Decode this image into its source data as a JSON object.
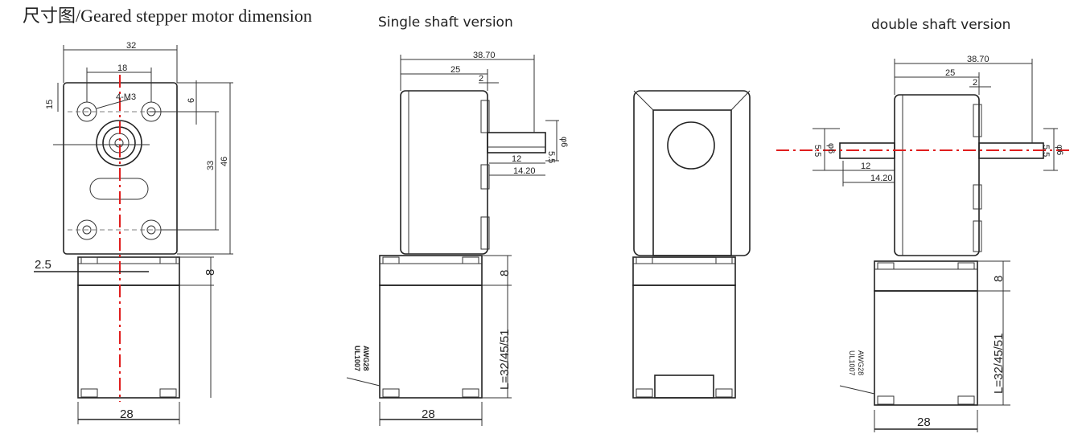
{
  "heading": "尺寸图/Geared stepper motor dimension",
  "views": {
    "single_title": "Single shaft version",
    "double_title": "double shaft version"
  },
  "dims": {
    "w32": "32",
    "w18": "18",
    "h15": "15",
    "h6": "6",
    "m3": "4-M3",
    "h33": "33",
    "h46": "46",
    "d25": "2.5",
    "h8": "8",
    "w28": "28",
    "l3870": "38.70",
    "l25": "25",
    "l2": "2",
    "s55": "5.5",
    "s6": "φ6",
    "l12": "12",
    "l1420": "14.20",
    "L": "L=32/45/51",
    "awg": "AWG28",
    "ul": "UL1007"
  }
}
